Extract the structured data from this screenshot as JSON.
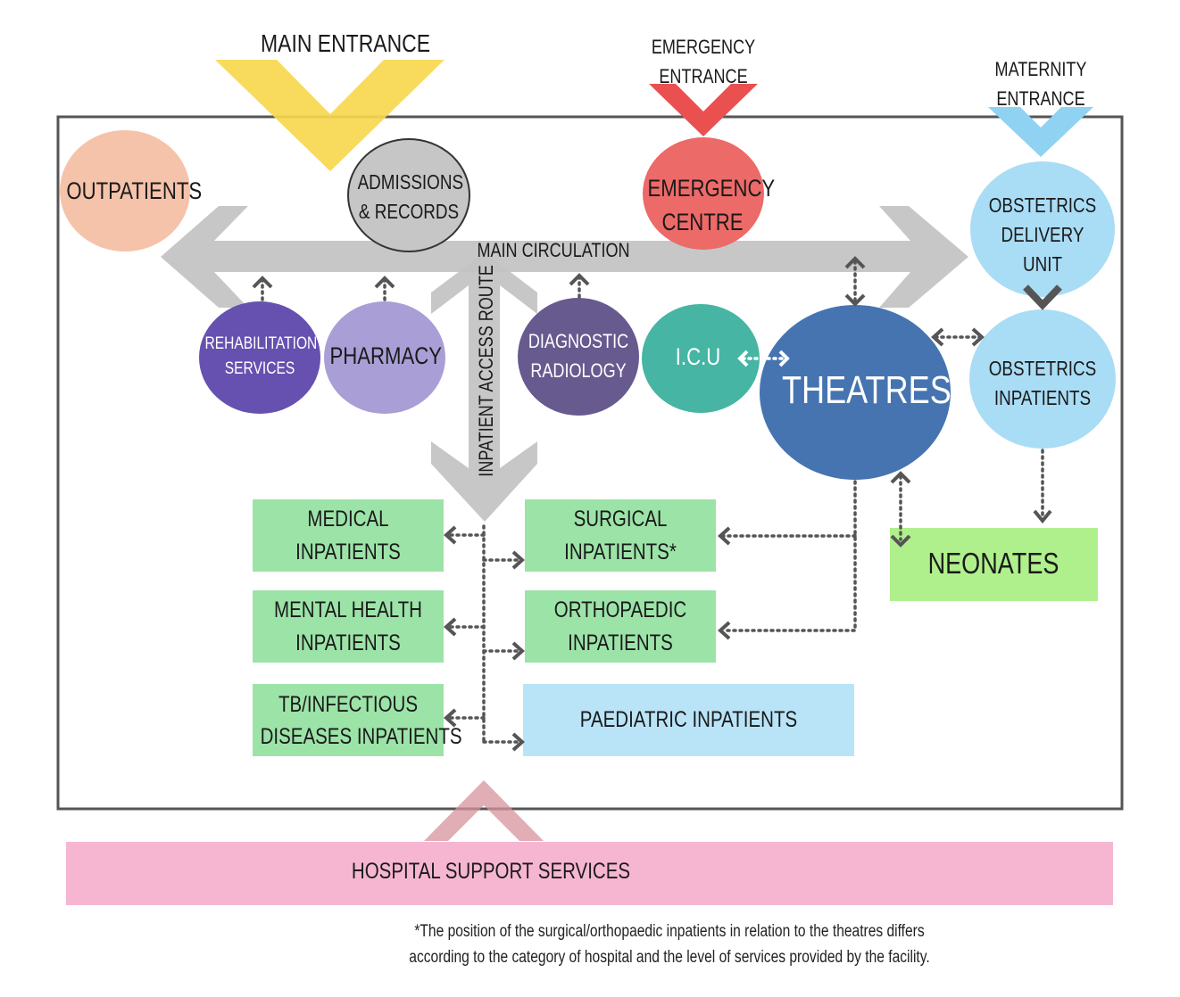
{
  "entrances": {
    "main": "MAIN ENTRANCE",
    "emergency": [
      "EMERGENCY",
      "ENTRANCE"
    ],
    "maternity": [
      "MATERNITY",
      "ENTRANCE"
    ]
  },
  "circulation": {
    "main": "MAIN CIRCULATION",
    "inpatient_access": "INPATIENT ACCESS ROUTE"
  },
  "nodes": {
    "outpatients": "OUTPATIENTS",
    "admissions": [
      "ADMISSIONS",
      "& RECORDS"
    ],
    "emergency_centre": [
      "EMERGENCY",
      "CENTRE"
    ],
    "obstetrics_delivery": [
      "OBSTETRICS",
      "DELIVERY",
      "UNIT"
    ],
    "rehabilitation": [
      "REHABILITATION",
      "SERVICES"
    ],
    "pharmacy": "PHARMACY",
    "radiology": [
      "DIAGNOSTIC",
      "RADIOLOGY"
    ],
    "icu": "I.C.U",
    "theatres": "THEATRES",
    "obstetrics_inpatients": [
      "OBSTETRICS",
      "INPATIENTS"
    ],
    "neonates": "NEONATES",
    "medical": [
      "MEDICAL",
      "INPATIENTS"
    ],
    "surgical": [
      "SURGICAL",
      "INPATIENTS*"
    ],
    "mental_health": [
      "MENTAL HEALTH",
      "INPATIENTS"
    ],
    "orthopaedic": [
      "ORTHOPAEDIC",
      "INPATIENTS"
    ],
    "tb": [
      "TB/INFECTIOUS",
      "DISEASES INPATIENTS"
    ],
    "paediatric": "PAEDIATRIC INPATIENTS",
    "support": "HOSPITAL SUPPORT SERVICES"
  },
  "footnote": [
    "*The position of the surgical/orthopaedic inpatients in relation to the theatres differs",
    "according to the category of hospital and the level of services provided by the facility."
  ],
  "colors": {
    "main_entrance": "#f7d84f",
    "emergency": "#e9504f",
    "emergency_centre": "#ec6a68",
    "maternity": "#8fd2f2",
    "obstetrics": "#a9dcf5",
    "outpatients": "#f5c2aa",
    "admissions": "#c6c6c6",
    "rehabilitation": "#6651b0",
    "pharmacy": "#a99fd6",
    "radiology": "#675a8f",
    "icu": "#46b5a3",
    "theatres": "#4674b1",
    "inpatients_green": "#9ce3a8",
    "neonates": "#b0f08c",
    "paediatric": "#b9e4f8",
    "support": "#f6b6d2",
    "circulation": "#c4c4c4",
    "connector": "#555555"
  }
}
